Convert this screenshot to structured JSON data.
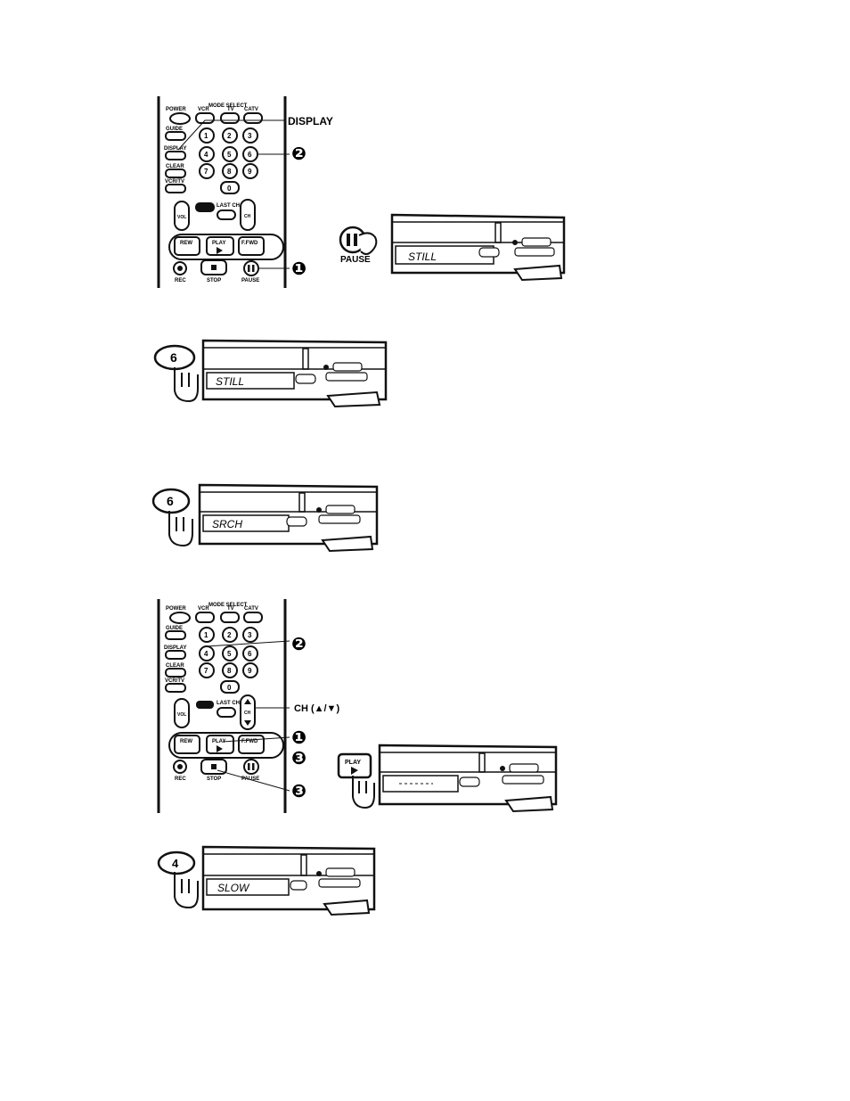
{
  "remote": {
    "mode_select": "MODE SELECT",
    "power": "POWER",
    "vcr": "VCR",
    "tv": "TV",
    "catv": "CATV",
    "guide": "GUIDE",
    "display": "DISPLAY",
    "clear": "CLEAR",
    "vcr_tv": "VCR/TV",
    "vol": "VOL",
    "ch": "CH",
    "last_ch": "LAST CH",
    "rew": "REW",
    "play": "PLAY",
    "ffwd": "F.FWD",
    "rec": "REC",
    "stop": "STOP",
    "pause": "PAUSE",
    "digits": [
      "1",
      "2",
      "3",
      "4",
      "5",
      "6",
      "7",
      "8",
      "9",
      "0"
    ]
  },
  "callouts": {
    "display": "DISPLAY",
    "step1": "❶",
    "step2": "❷",
    "step3": "❸",
    "ch_updown": "CH (▲/▼)",
    "pause": "PAUSE",
    "play": "PLAY"
  },
  "keys": {
    "six": "6",
    "four": "4"
  },
  "vcr_displays": {
    "still": "STILL",
    "srch": "SRCH",
    "slow": "SLOW"
  },
  "colors": {
    "ink": "#111111",
    "paper": "#ffffff"
  }
}
